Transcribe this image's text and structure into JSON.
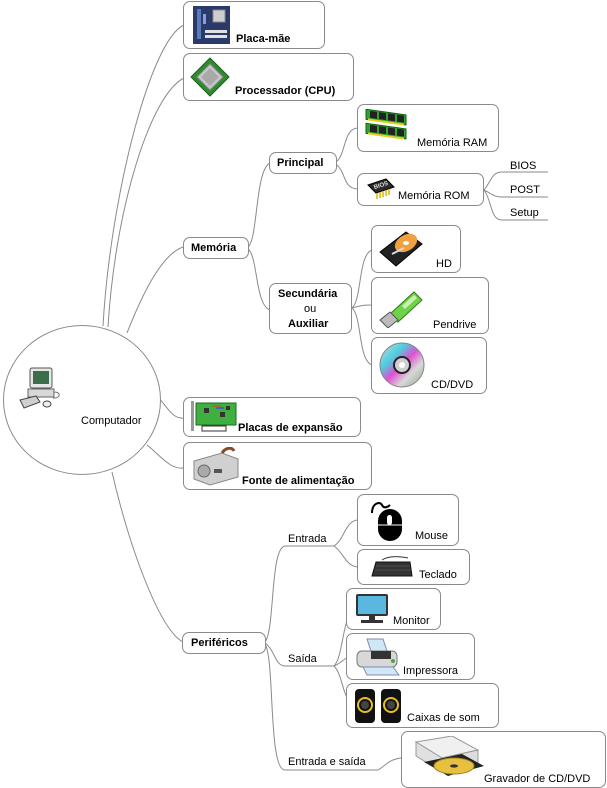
{
  "root": {
    "label": "Computador",
    "icon": "desktop-computer-icon"
  },
  "branches": {
    "placa_mae": {
      "label": "Placa-mãe",
      "icon": "motherboard-icon"
    },
    "processador": {
      "label": "Processador (CPU)",
      "icon": "cpu-chip-icon"
    },
    "memoria": {
      "label": "Memória",
      "principal": {
        "label": "Principal",
        "ram": {
          "label": "Memória RAM",
          "icon": "ram-modules-icon"
        },
        "rom": {
          "label": "Memória ROM",
          "icon": "bios-chip-icon",
          "children": [
            "BIOS",
            "POST",
            "Setup"
          ]
        }
      },
      "secundaria": {
        "label_line1": "Secundária",
        "label_line2": "ou",
        "label_line3": "Auxiliar",
        "items": [
          {
            "label": "HD",
            "icon": "hard-disk-icon"
          },
          {
            "label": "Pendrive",
            "icon": "usb-flash-drive-icon"
          },
          {
            "label": "CD/DVD",
            "icon": "optical-disc-icon"
          }
        ]
      }
    },
    "placas_expansao": {
      "label": "Placas de expansão",
      "icon": "expansion-card-icon"
    },
    "fonte": {
      "label": "Fonte de alimentação",
      "icon": "power-supply-icon"
    },
    "perifericos": {
      "label": "Periféricos",
      "entrada": {
        "label": "Entrada",
        "items": [
          {
            "label": "Mouse",
            "icon": "mouse-icon"
          },
          {
            "label": "Teclado",
            "icon": "keyboard-icon"
          }
        ]
      },
      "saida": {
        "label": "Saída",
        "items": [
          {
            "label": "Monitor",
            "icon": "monitor-icon"
          },
          {
            "label": "Impressora",
            "icon": "printer-icon"
          },
          {
            "label": "Caixas de som",
            "icon": "speakers-icon"
          }
        ]
      },
      "entrada_saida": {
        "label": "Entrada e saída",
        "items": [
          {
            "label": "Gravador de CD/DVD",
            "icon": "optical-drive-icon"
          }
        ]
      }
    }
  },
  "colors": {
    "line": "#8a8a8a",
    "border": "#8a8a8a"
  }
}
